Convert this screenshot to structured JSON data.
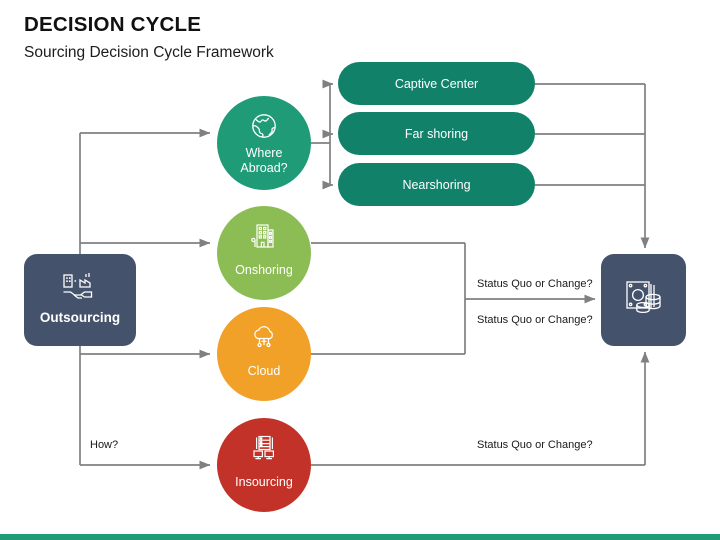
{
  "header": {
    "title": "DECISION CYCLE",
    "subtitle": "Sourcing Decision Cycle Framework"
  },
  "colors": {
    "slate": "#44536b",
    "teal_circle": "#1f9b78",
    "green_circle": "#8cbd54",
    "orange_circle": "#f2a128",
    "red_circle": "#c33228",
    "pill_green": "#12816a",
    "connector": "#808080",
    "accent_bar": "#1f9b78",
    "background": "#ffffff"
  },
  "nodes": {
    "source": {
      "label": "Outsourcing",
      "icon": "handshake-factory-icon"
    },
    "outcome": {
      "label": "",
      "icon": "money-coins-icon"
    },
    "circles": [
      {
        "id": "abroad",
        "line1": "Where",
        "line2": "Abroad?",
        "icon": "globe-icon"
      },
      {
        "id": "onshoring",
        "line1": "Onshoring",
        "line2": "",
        "icon": "office-building-icon"
      },
      {
        "id": "cloud",
        "line1": "Cloud",
        "line2": "",
        "icon": "cloud-computing-icon"
      },
      {
        "id": "insourcing",
        "line1": "Insourcing",
        "line2": "",
        "icon": "server-workstation-icon"
      }
    ],
    "pills": [
      {
        "id": "captive",
        "label": "Captive Center"
      },
      {
        "id": "farshoring",
        "label": "Far shoring"
      },
      {
        "id": "nearshoring",
        "label": "Nearshoring"
      }
    ]
  },
  "edge_labels": {
    "how": "How?",
    "status_1": "Status Quo or Change?",
    "status_2": "Status Quo or Change?",
    "status_3": "Status Quo or Change?"
  }
}
